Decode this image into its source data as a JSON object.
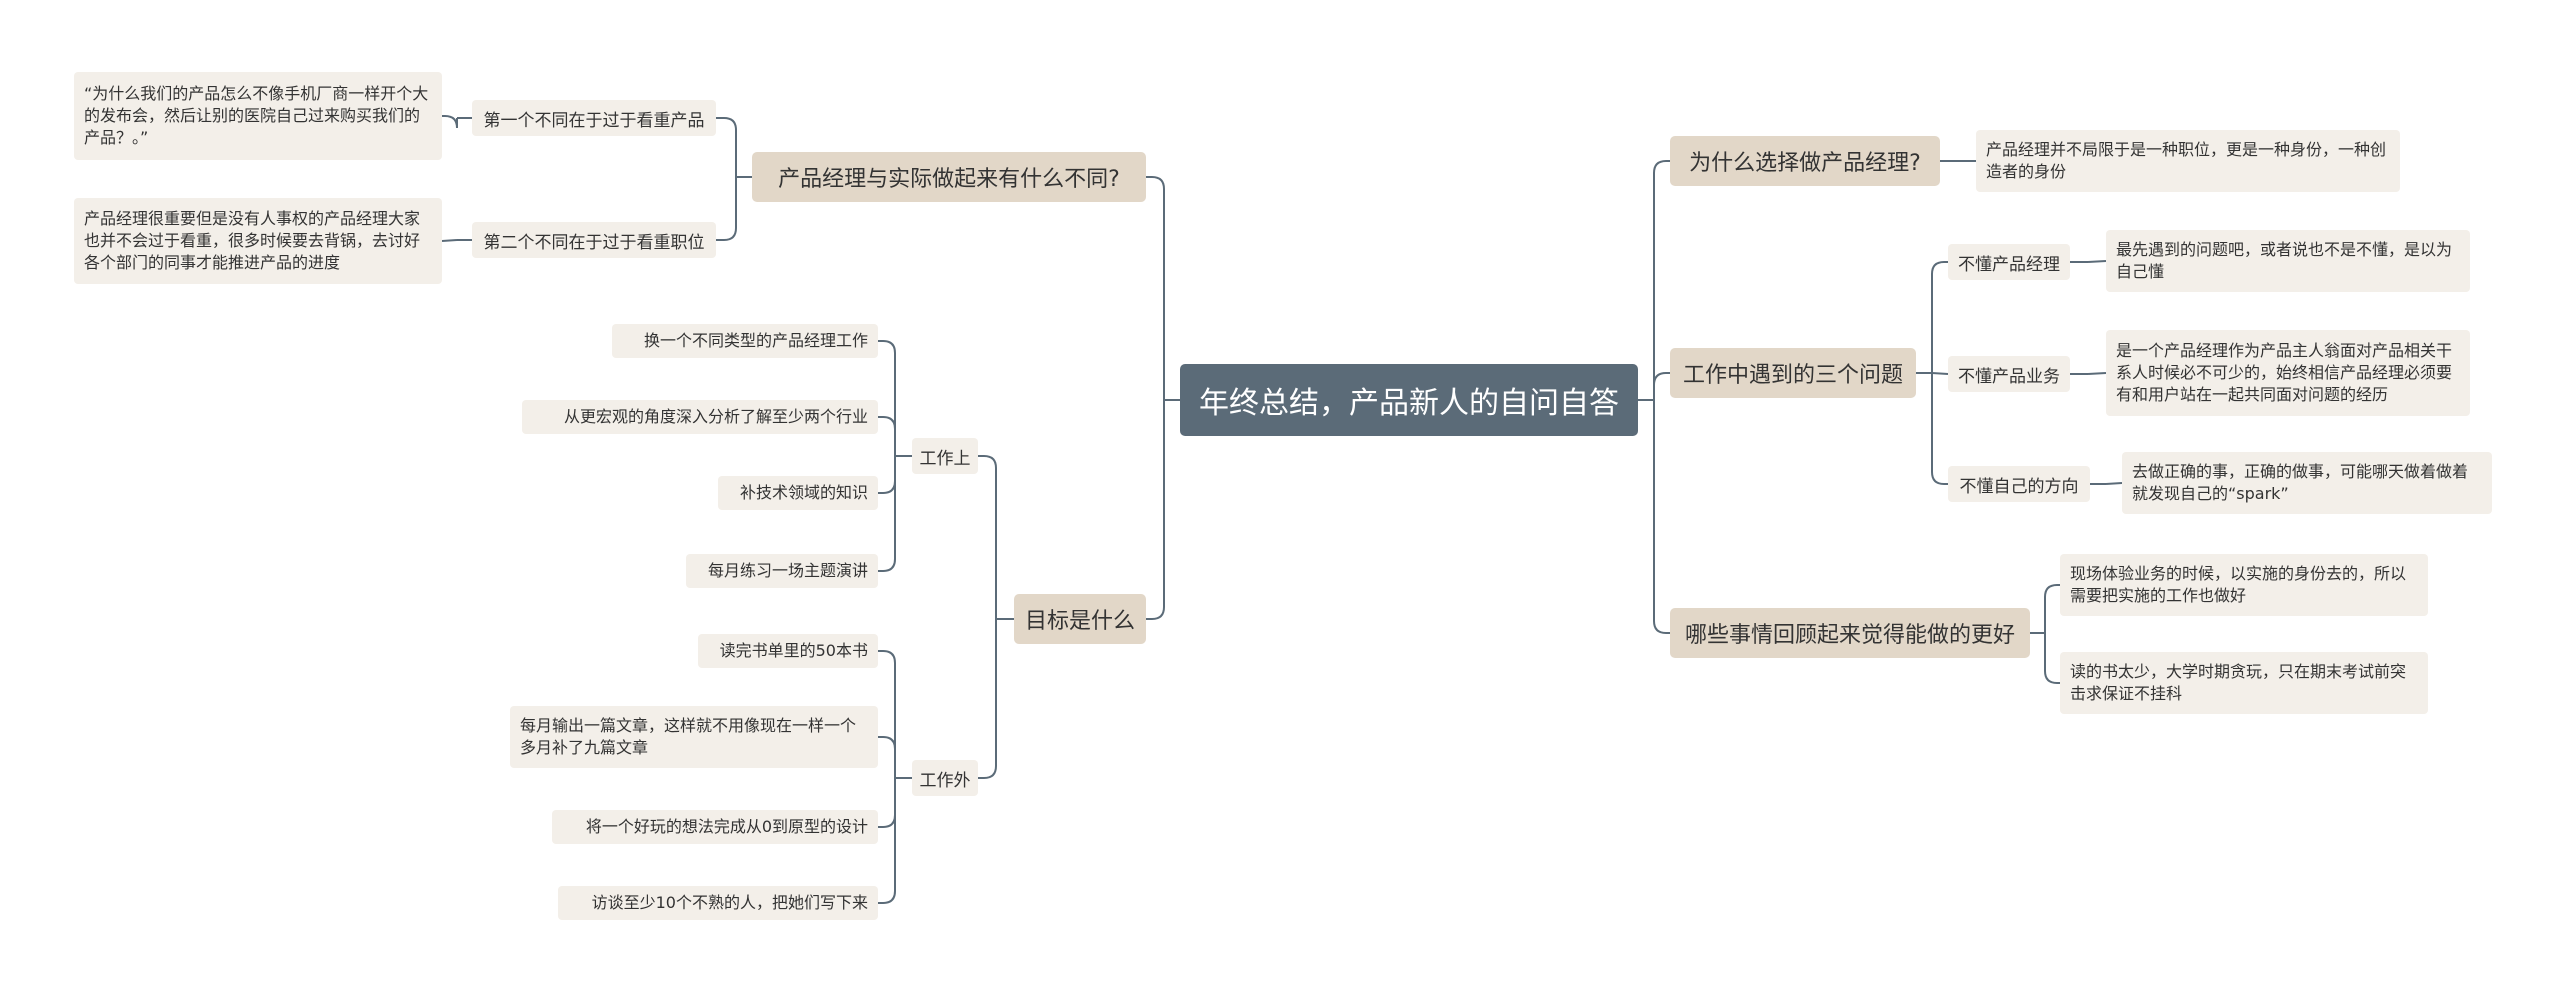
{
  "root": {
    "title": "年终总结，产品新人的自问自答"
  },
  "left": {
    "branch1": {
      "label": "产品经理与实际做起来有什么不同?",
      "sub1": {
        "label": "第一个不同在于过于看重产品",
        "detail": "“为什么我们的产品怎么不像手机厂商一样开个大的发布会，然后让别的医院自己过来购买我们的产品？。”"
      },
      "sub2": {
        "label": "第二个不同在于过于看重职位",
        "detail": "产品经理很重要但是没有人事权的产品经理大家也并不会过于看重，很多时候要去背锅，去讨好各个部门的同事才能推进产品的进度"
      }
    },
    "branch2": {
      "label": "目标是什么",
      "work_in": {
        "label": "工作上",
        "items": [
          "换一个不同类型的产品经理工作",
          "从更宏观的角度深入分析了解至少两个行业",
          "补技术领域的知识",
          "每月练习一场主题演讲"
        ]
      },
      "work_out": {
        "label": "工作外",
        "items": [
          "读完书单里的50本书",
          "每月输出一篇文章，这样就不用像现在一样一个多月补了九篇文章",
          "将一个好玩的想法完成从0到原型的设计",
          "访谈至少10个不熟的人，把她们写下来"
        ]
      }
    }
  },
  "right": {
    "branch1": {
      "label": "为什么选择做产品经理?",
      "detail": "产品经理并不局限于是一种职位，更是一种身份，一种创造者的身份"
    },
    "branch2": {
      "label": "工作中遇到的三个问题",
      "items": [
        {
          "label": "不懂产品经理",
          "detail": "最先遇到的问题吧，或者说也不是不懂，是以为自己懂"
        },
        {
          "label": "不懂产品业务",
          "detail": "是一个产品经理作为产品主人翁面对产品相关干系人时候必不可少的，始终相信产品经理必须要有和用户站在一起共同面对问题的经历"
        },
        {
          "label": "不懂自己的方向",
          "detail": "去做正确的事，正确的做事，可能哪天做着做着就发现自己的“spark”"
        }
      ]
    },
    "branch3": {
      "label": "哪些事情回顾起来觉得能做的更好",
      "items": [
        "现场体验业务的时候，以实施的身份去的，所以需要把实施的工作也做好",
        "读的书太少，大学时期贪玩，只在期末考试前突击求保证不挂科"
      ]
    }
  },
  "colors": {
    "root_bg": "#5b6b78",
    "main_bg": "#e2d7c8",
    "leaf_bg": "#f3efe9",
    "line": "#5b6b78"
  }
}
